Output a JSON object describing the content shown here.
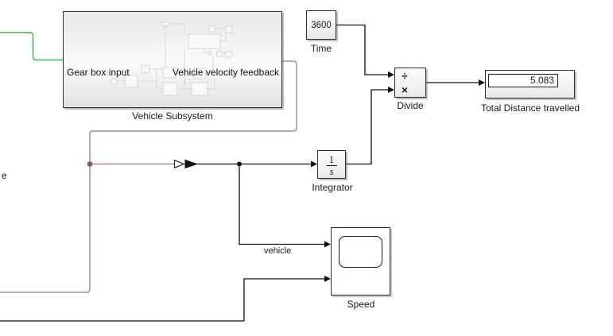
{
  "colors": {
    "green_wire": "#57bd5f",
    "maroon_wire": "#a68e90",
    "maroon_dot": "#7c5f63"
  },
  "blocks": {
    "subsystem": {
      "caption": "Vehicle Subsystem",
      "input_port_label": "Gear box input",
      "output_port_label": "Vehicle velocity feedback"
    },
    "time": {
      "value": "3600",
      "caption": "Time"
    },
    "divide": {
      "caption": "Divide",
      "top_op": "÷",
      "bottom_op": "×"
    },
    "display": {
      "value": "5.083",
      "caption": "Total Distance travelled"
    },
    "integrator": {
      "caption": "Integrator",
      "numerator": "1",
      "denominator": "s"
    },
    "scope": {
      "caption": "Speed"
    }
  },
  "wire_labels": {
    "vehicle": "vehicle",
    "clipped_left": "e"
  }
}
